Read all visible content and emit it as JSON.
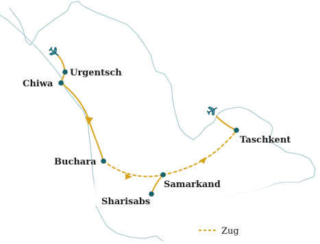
{
  "colors": {
    "route": "#d8a21c",
    "city_dot": "#17616a",
    "plane": "#1b6a78",
    "border": "#9fc3cf",
    "label": "#1b1b1b",
    "background": "#ffffff"
  },
  "cities": {
    "urgentsch": "Urgentsch",
    "chiwa": "Chiwa",
    "buchara": "Buchara",
    "samarkand": "Samarkand",
    "sharisabs": "Sharisabs",
    "taschkent": "Taschkent"
  },
  "icons": {
    "flight": "airplane-icon",
    "direction": "arrow-icon"
  },
  "legend": {
    "train_label": "Zug"
  }
}
